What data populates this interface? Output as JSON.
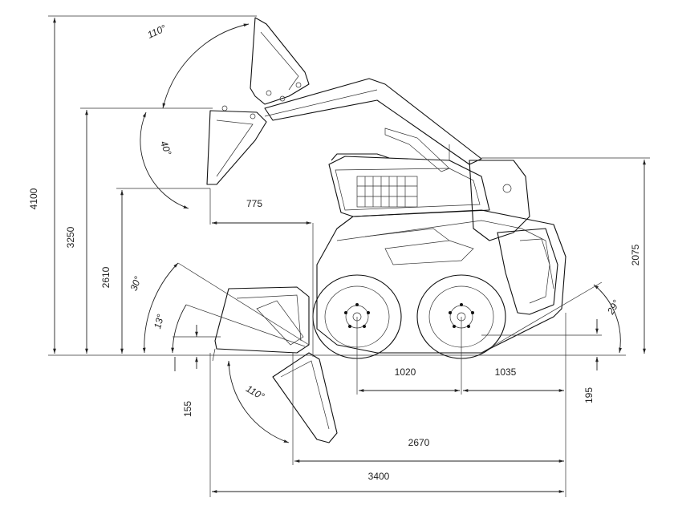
{
  "dimensions": {
    "max_height": "4100",
    "dump_height": "3250",
    "pin_height": "2610",
    "reach": "775",
    "overall_height": "2075",
    "wheelbase_front": "1020",
    "wheelbase_rear": "1035",
    "dig_depth": "155",
    "clearance": "195",
    "length_no_bucket": "2670",
    "length_with_bucket": "3400"
  },
  "angles": {
    "top_rollback": "110°",
    "dump_angle": "40°",
    "ground_rollback": "30°",
    "bucket_tilt": "13°",
    "bottom_rollback": "110°",
    "departure": "29°"
  }
}
